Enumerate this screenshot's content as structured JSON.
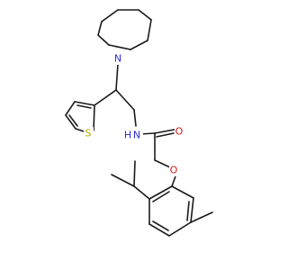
{
  "molecule": {
    "atoms": {
      "N1": {
        "label": "N",
        "color": "#2b2bd6"
      },
      "NH": {
        "label": "N",
        "color": "#2b2bd6"
      },
      "H": {
        "label": "H",
        "color": "#2b2bd6"
      },
      "S": {
        "label": "S",
        "color": "#b8a600"
      },
      "O1": {
        "label": "O",
        "color": "#d11a1a"
      },
      "O2": {
        "label": "O",
        "color": "#d11a1a"
      }
    },
    "bond_color": "#1a1a1a",
    "background": "#ffffff"
  }
}
